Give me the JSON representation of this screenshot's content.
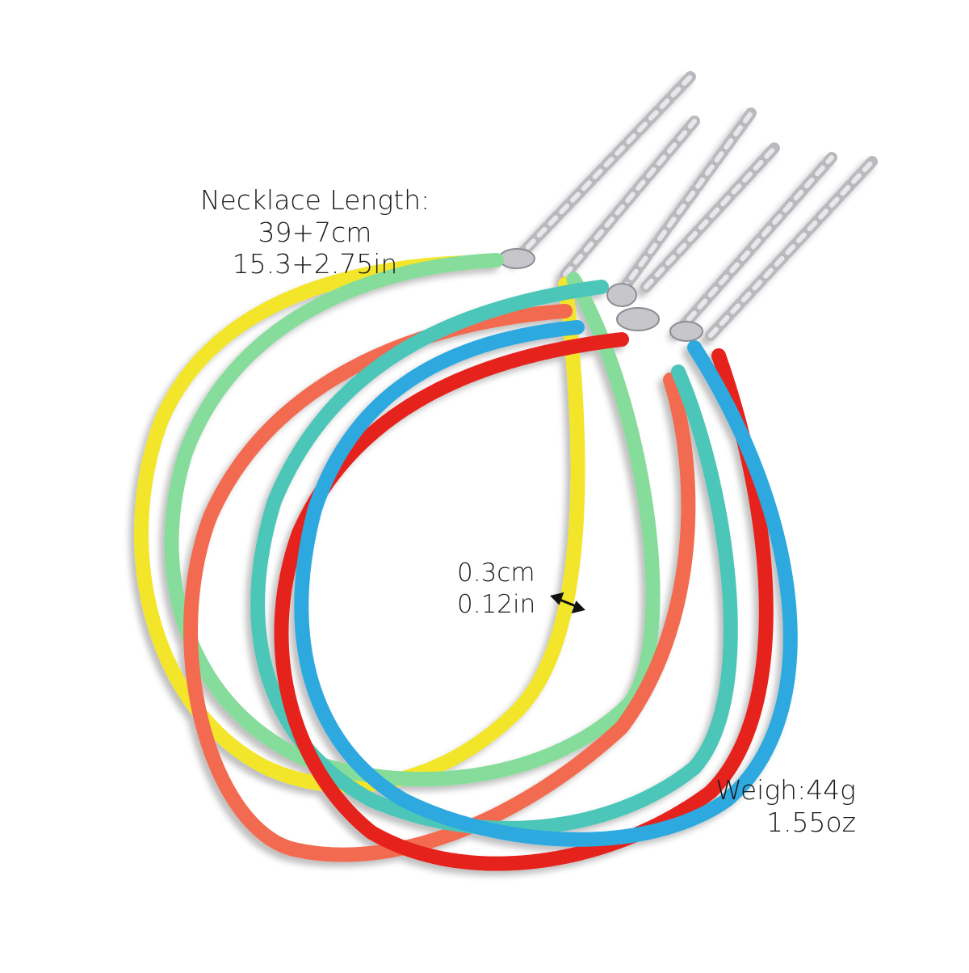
{
  "product": {
    "type": "beaded necklace set",
    "strand_count": 6,
    "strand_colors": [
      {
        "name": "yellow",
        "hex": "#f2e52a"
      },
      {
        "name": "mint-green",
        "hex": "#86dc9a"
      },
      {
        "name": "coral",
        "hex": "#f26a50"
      },
      {
        "name": "turquoise",
        "hex": "#4cc6b8"
      },
      {
        "name": "red",
        "hex": "#e5201c"
      },
      {
        "name": "sky-blue",
        "hex": "#2ea9e0"
      }
    ],
    "clasp_color": "#c8c8cc",
    "background": "#ffffff"
  },
  "annotations": {
    "length": {
      "title": "Necklace Length:",
      "metric": "39+7cm",
      "imperial": "15.3+2.75in"
    },
    "bead_size": {
      "metric": "0.3cm",
      "imperial": "0.12in",
      "arrow_icon": "double-arrow-icon"
    },
    "weight": {
      "metric": "Weigh:44g",
      "imperial": "1.55oz"
    }
  }
}
